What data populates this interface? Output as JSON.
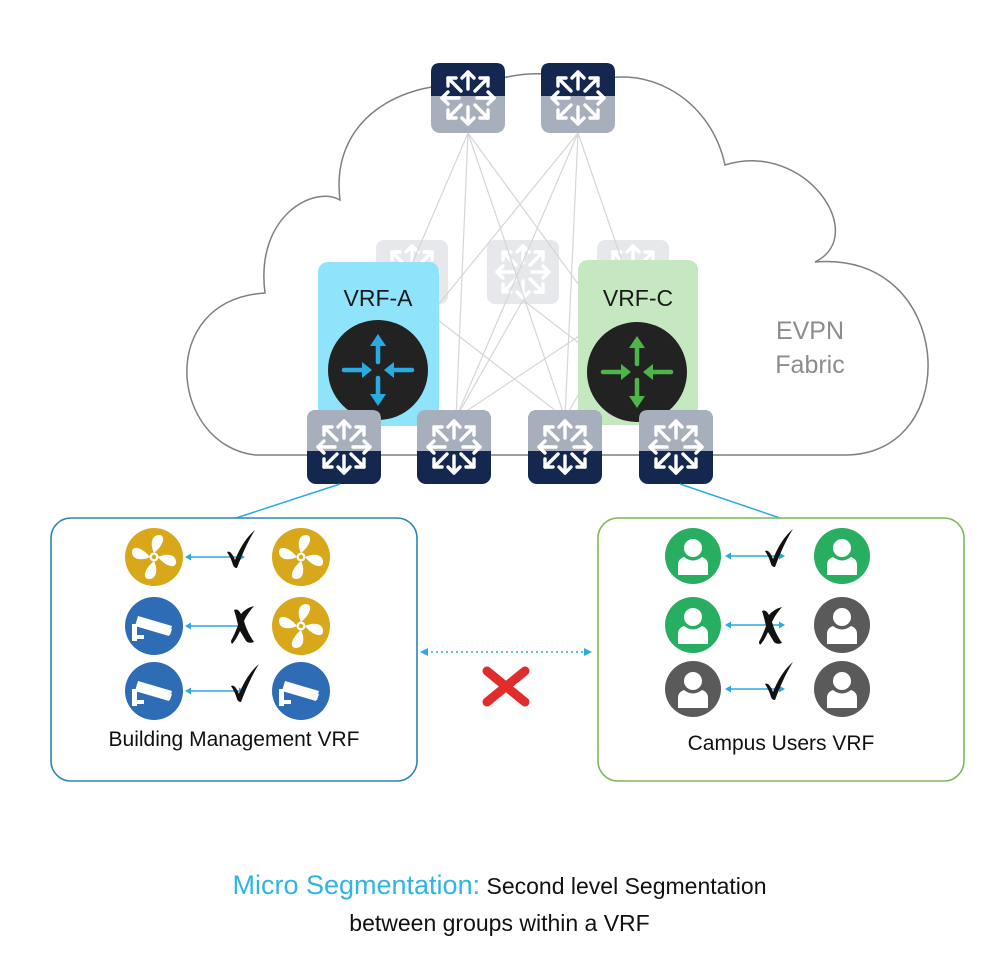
{
  "colors": {
    "switch_dark": "#14284f",
    "switch_light": "#a7afbd",
    "vrf_a_fill": "#8fe3fb",
    "vrf_c_fill": "#c5e8c0",
    "router_body": "#222222",
    "vrf_a_arrows": "#29abe2",
    "vrf_c_arrows": "#4cb648",
    "building_border": "#2a86b3",
    "campus_border": "#7ab85c",
    "fan_yellow": "#d9a71a",
    "camera_blue": "#2e6cb5",
    "user_green": "#27ae60",
    "user_gray": "#5a5a5a",
    "deny_red": "#e02c2c",
    "accent_blue": "#2fb5e4"
  },
  "fabric": {
    "label_line1": "EVPN",
    "label_line2": "Fabric",
    "spines": [
      "spine-switch",
      "spine-switch"
    ],
    "leaves": [
      "leaf-switch",
      "leaf-switch",
      "leaf-switch",
      "leaf-switch"
    ]
  },
  "vrfs": {
    "a": {
      "label": "VRF-A",
      "icon": "router-icon"
    },
    "c": {
      "label": "VRF-C",
      "icon": "router-icon"
    }
  },
  "groups": {
    "building": {
      "label": "Building Management VRF",
      "rows": [
        {
          "left": "fan-icon",
          "rel": "✓",
          "right": "fan-icon"
        },
        {
          "left": "camera-icon",
          "rel": "✗",
          "right": "fan-icon"
        },
        {
          "left": "camera-icon",
          "rel": "✓",
          "right": "camera-icon"
        }
      ]
    },
    "campus": {
      "label": "Campus Users VRF",
      "rows": [
        {
          "left": "user-green-icon",
          "rel": "✓",
          "right": "user-green-icon"
        },
        {
          "left": "user-green-icon",
          "rel": "✗",
          "right": "user-gray-icon"
        },
        {
          "left": "user-gray-icon",
          "rel": "✓",
          "right": "user-gray-icon"
        }
      ]
    }
  },
  "inter_vrf": {
    "status": "deny"
  },
  "caption": {
    "accent": "Micro Segmentation:",
    "line1": "Second level Segmentation",
    "line2": "between groups within a VRF"
  }
}
